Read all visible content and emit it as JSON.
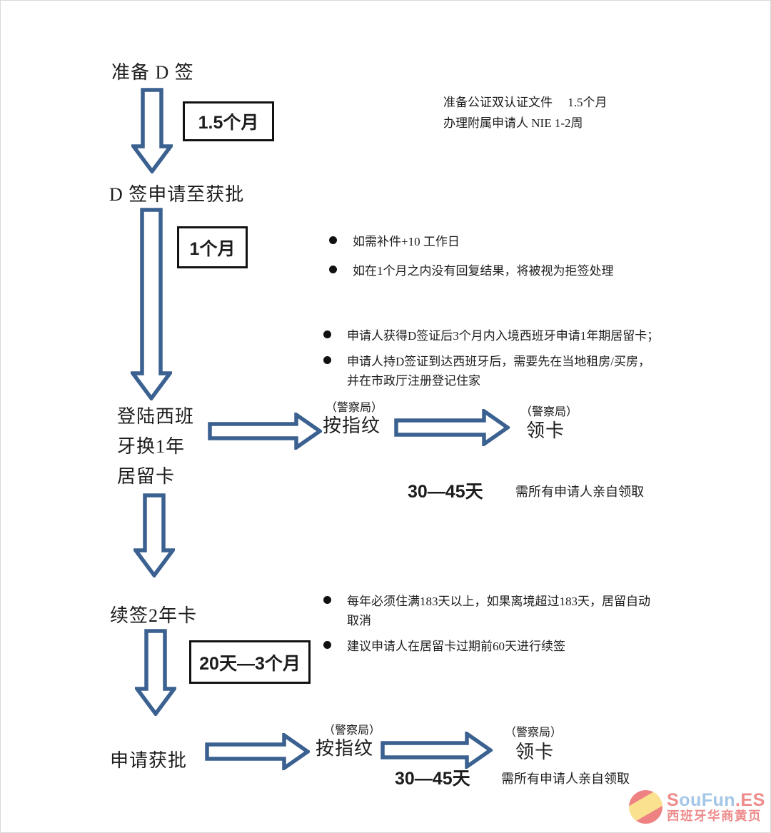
{
  "flow": {
    "arrow_color": "#3b6191",
    "nodes": {
      "prepare": "准备  D 签",
      "apply": "D 签申请至获批",
      "landing": "登陆西班\n牙换1年\n居留卡",
      "renew": "续签2年卡",
      "approved": "申请获批",
      "fingerprint1": "按指纹",
      "card1": "领卡",
      "fingerprint2": "按指纹",
      "card2": "领卡"
    },
    "police_labels": {
      "p1": "（警察局）",
      "p2": "（警察局）",
      "p3": "（警察局）",
      "p4": "（警察局）"
    },
    "durations": {
      "prepare_to_apply": "1.5个月",
      "apply_to_approve": "1个月",
      "renew_wait": "20天—3个月",
      "card_wait1": "30—45天",
      "card_wait2": "30—45天"
    },
    "pickup_note1": "需所有申请人亲自领取",
    "pickup_note2": "需所有申请人亲自领取"
  },
  "notes": {
    "top_right": "准备公证双认证文件　 1.5个月\n办理附属申请人  NIE  1-2周",
    "group1": [
      "如需补件+10  工作日",
      "如在1个月之内没有回复结果，将被视为拒签处理"
    ],
    "group2": [
      "申请人获得D签证后3个月内入境西班牙申请1年期居留卡；",
      "申请人持D签证到达西班牙后，需要先在当地租房/买房，\n并在市政厅注册登记住家"
    ],
    "group3": [
      "每年必须住满183天以上，如果离境超过183天，居留自动\n取消",
      "建议申请人在居留卡过期前60天进行续签"
    ]
  },
  "logo": {
    "brand_s": "S",
    "brand_mid": "ouFun",
    "brand_es": ".ES",
    "tagline": "西班牙华商黄页"
  }
}
